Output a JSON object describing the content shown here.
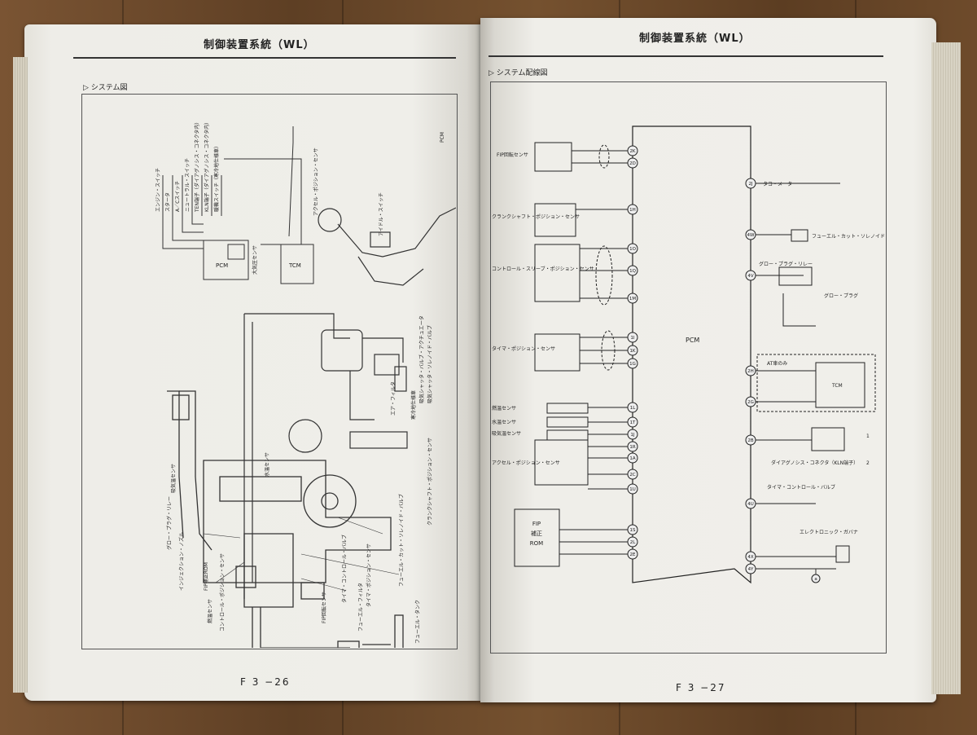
{
  "left_page": {
    "header": "制御装置系統（WL）",
    "section": "システム図",
    "page_number": "F 3 −26",
    "labels": {
      "switches": [
        "エンジン・スイッチ",
        "スタータ",
        "A／Cスイッチ",
        "ニュートラル・スイッチ",
        "TEN端子（ダイアグノシス・コネクタ内）",
        "KLN端子（ダイアグノシス・コネクタ内）",
        "暖機スイッチ（寒冷地仕様車）"
      ],
      "baro": "大気圧センサ",
      "pcm": "PCM",
      "tcm": "TCM",
      "accel": "アクセル・ポジション・センサ",
      "idle": "アイドル・スイッチ",
      "shutter_actuator": "吸気シャッタ・バルブ・アクチュエータ",
      "shutter_solenoid": "吸気シャッタ・ソレノイド・バルブ",
      "air_filter": "エア・フィルタ",
      "cold": "寒冷地仕様車",
      "water_temp": "水温センサ",
      "intake_temp": "吸気温センサ",
      "glow_relay": "グロー・プラグ・リレー",
      "injection": "インジェクション・ノズル",
      "fip_rom": "FIP補正ROM",
      "fuel_temp": "燃温センサ",
      "control_sleeve": "コントロール・ポジション・センサ",
      "crank": "クランクシャフト・ポジション・センサ",
      "fuel_cut": "フューエル・カット・ソレノイド・バルブ",
      "timer_valve": "タイマ・コントロール・バルブ",
      "timer_sensor": "タイマ・ポジション・センサ",
      "fip_speed": "FIP回転センサ",
      "fuel_filter": "フューエル・フィルタ",
      "fuel_tank": "フューエル・タンク",
      "pcm_side": "PCM"
    }
  },
  "right_page": {
    "header": "制御装置系統（WL）",
    "section": "システム配線図",
    "page_number": "F 3 −27",
    "center_label": "PCM",
    "left_sensors": [
      {
        "name": "FIP回転センサ",
        "pins": [
          "2K",
          "2D"
        ]
      },
      {
        "name": "クランクシャフト・ポジション・センサ",
        "pins": [
          "1H"
        ]
      },
      {
        "name": "コントロール・スリーブ・ポジション・センサ",
        "pins": [
          "1O",
          "1Q",
          "1M"
        ]
      },
      {
        "name": "タイマ・ポジション・センサ",
        "pins": [
          "1I",
          "1K",
          "1G"
        ]
      },
      {
        "name": "燃温センサ",
        "pins": [
          "1L"
        ]
      },
      {
        "name": "水温センサ",
        "pins": [
          "1T"
        ]
      },
      {
        "name": "吸気温センサ",
        "pins": [
          "1J"
        ]
      },
      {
        "name": "アクセル・ポジション・センサ",
        "pins": [
          "1R",
          "1A",
          "2C",
          "1U"
        ]
      },
      {
        "name": "FIP補正ROM",
        "pins": [
          "1S",
          "2L",
          "2E"
        ]
      }
    ],
    "right_outputs": [
      {
        "name": "タコ・メータ",
        "pins": [
          "2J"
        ]
      },
      {
        "name": "フューエル・カット・ソレノイド・バルブ",
        "pins": [
          "4W"
        ]
      },
      {
        "name": "グロー・プラグ・リレー",
        "pins": [
          "4V"
        ]
      },
      {
        "name": "グロー・プラグ",
        "pins": []
      },
      {
        "name": "AT車のみ",
        "pins": [
          "2H",
          "2G"
        ]
      },
      {
        "name": "TCM",
        "pins": []
      },
      {
        "name": "ダイアグノシス・コネクタ（KLN端子）",
        "pins": [
          "2B"
        ]
      },
      {
        "name": "タイマ・コントロール・バルブ",
        "pins": [
          "4U"
        ]
      },
      {
        "name": "エレクトロニック・ガバナ",
        "pins": [
          "4X",
          "4Y"
        ]
      }
    ],
    "fip_rom_lines": [
      "FIP",
      "補正",
      "ROM"
    ],
    "connector_nums": [
      "1",
      "2"
    ],
    "ground_label": "a"
  }
}
